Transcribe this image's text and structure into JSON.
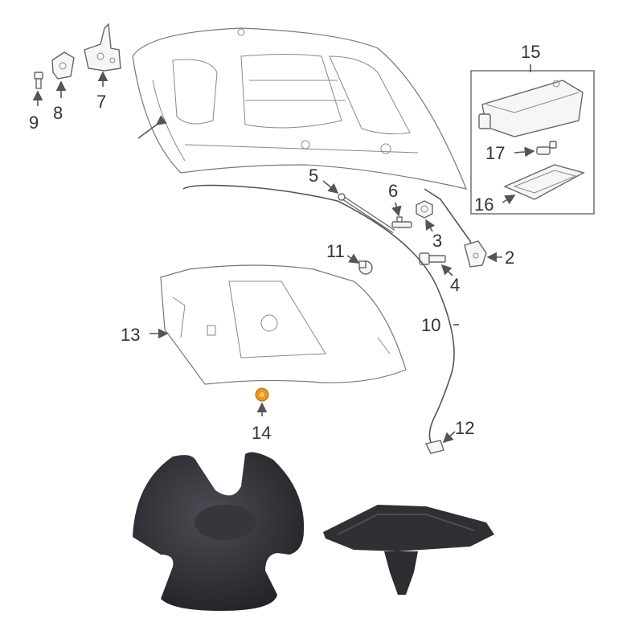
{
  "callouts": {
    "c1": "2",
    "c2": "3",
    "c3": "4",
    "c4": "5",
    "c5": "6",
    "c6": "7",
    "c7": "8",
    "c8": "9",
    "c9": "10",
    "c10": "11",
    "c11": "12",
    "c12": "13",
    "c13": "14",
    "c14": "15",
    "c15": "16",
    "c16": "17"
  },
  "colors": {
    "highlight_clip": "#e8971e",
    "clip_photo": "#2b2d31",
    "line_art": "#666666"
  },
  "icons": [
    "arrow-icon"
  ]
}
